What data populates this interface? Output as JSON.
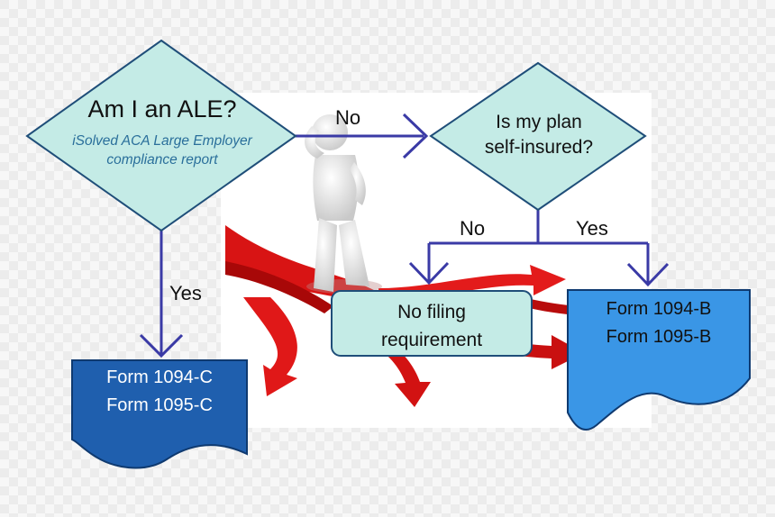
{
  "decision_1": {
    "question": "Am I an ALE?",
    "subtitle_line1": "iSolved ACA Large Employer",
    "subtitle_line2": "compliance report"
  },
  "decision_2": {
    "line1": "Is my plan",
    "line2": "self-insured?"
  },
  "edges": {
    "d1_no": "No",
    "d1_yes": "Yes",
    "d2_no": "No",
    "d2_yes": "Yes"
  },
  "outcome_no_filing": {
    "line1": "No filing",
    "line2": "requirement"
  },
  "outcome_forms_c": {
    "line1": "Form 1094-C",
    "line2": "Form 1095-C"
  },
  "outcome_forms_b": {
    "line1": "Form 1094-B",
    "line2": "Form 1095-B"
  },
  "colors": {
    "diamond_fill": "#c4ebe6",
    "diamond_stroke": "#1f4e79",
    "connector": "#3a3aa6",
    "forms_c_fill": "#1f5fae",
    "forms_b_fill": "#3a96e6",
    "no_filing_fill": "#c4ebe6",
    "arrows_red": "#d81414"
  }
}
